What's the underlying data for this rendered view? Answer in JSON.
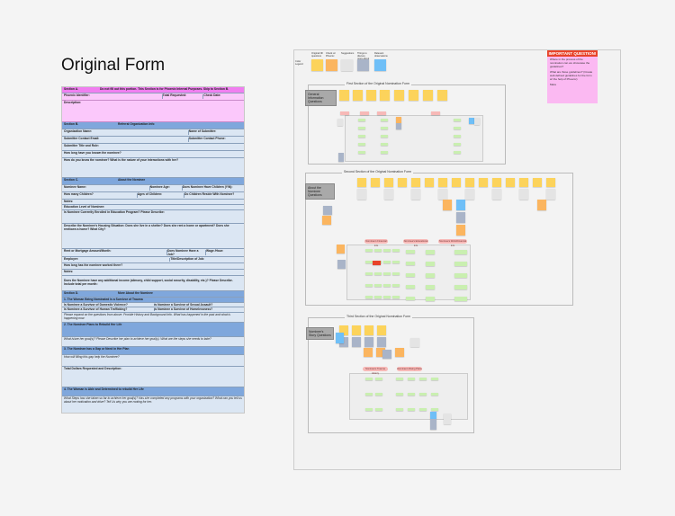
{
  "heading": "Original Form",
  "form": {
    "secA": [
      "Section A.",
      "Do not fill out this portion. This Section is for Phoenix Internal Purposes. Skip to Section B."
    ],
    "rowA1": [
      "Phoenix Identifier:",
      "Total Requested:",
      "Check Date:"
    ],
    "desc": "Description:",
    "secB": [
      "Section B.",
      "Referral Organization Info"
    ],
    "orgName": [
      "Organization Name:",
      "Name of Submitter:"
    ],
    "email": [
      "Submitter Contact Email:",
      "Submitter Contact Phone:"
    ],
    "titleRole": "Submitter Title and Role:",
    "howLong": "How long have you known the nominee?",
    "howKnow": "How do you know the nominee? What is the nature of your interactions with her?",
    "secC": [
      "Section C.",
      "About the Nominee"
    ],
    "nominee": [
      "Nominee Name:",
      "Nominee Age:",
      "Does Nominee Have Children (Y/N):"
    ],
    "children": [
      "How many Children?",
      "Ages of Children:",
      "Do Children Reside With Nominee?"
    ],
    "notes1": "Notes:",
    "education": "Education Level of Nominee:",
    "enrolled": "Is Nominee Currently Enrolled in Education Program? Please Describe:",
    "housing": "Describe the Nominee's Housing Situation: Does she live in a shelter? Does she rent a home or apartment? Does she rent/own a home? What City?",
    "rent": [
      "Rent or Mortgage Amount/Month:",
      "Does Nominee Have a Job?",
      "Wage /Hour:"
    ],
    "employer": [
      "Employer:",
      "Title/Description of Job:"
    ],
    "worked": "How long has the nominee worked there?",
    "notes2": "Notes:",
    "income": "Does the Nominee have any additional income (alimony, child support, social security, disability, etc.)? Please Describe. Include total per month:",
    "secD": [
      "Section D.",
      "More About the Nominee"
    ],
    "d1": "1. The Woman Being Nominated is a Survivor of Trauma",
    "dv": [
      "Is Nominee a Survivor of Domestic Violence?",
      "Is Nominee a Survivor of Sexual Assault?"
    ],
    "ht": [
      "Is Nominee a Survivor of Human Trafficking?",
      "Is Nominee a Survivor of Homelessness?"
    ],
    "expand": "Please expand on the questions from above. Provide History and Background Info. What has happened in the past and what is happening now:",
    "d2": "2. The Nominee Plans to Rebuild Her Life",
    "goals": "What is/are her goal(s)? Please Describe her plan to achieve her goal(s). What are the steps she needs to take?",
    "d3": "3. The Nominee has a Gap or Need in Her Plan",
    "gap": "How will filling this gap help the Nominee?",
    "dollars": "Total Dollars Requested and Description:",
    "d4": "4. The Woman is Able and Determined to rebuild Her Life",
    "steps": "What Steps has she taken so far to achieve her goal(s)? Has she completed any programs with your organization? What can you tell us about her motivation and drive? Tell Us why you are rooting for her."
  },
  "board": {
    "legendTitle": "Color Legend",
    "legend": [
      "Original NF questions",
      "Check w/ Phoenix",
      "Suggestions",
      "Things to discuss more about",
      "Relevant observations"
    ],
    "legendColors": [
      "#fcd35b",
      "#fbb55f",
      "#e4e4e4",
      "#a9b4c8",
      "#6fbff7"
    ],
    "s1": {
      "title": "First Section of the Original Nomination Form",
      "label": "General Information Questions"
    },
    "s2": {
      "title": "Second Section of the Original Nomination Form",
      "label": "About the Nominee Questions",
      "pills": [
        "Nominee's Financial Info",
        "Nominee's Educational Info",
        "Nominee's Work/Financial Info"
      ]
    },
    "s3": {
      "title": "Third Section of the Original Nomination Form",
      "label": "Nominee's Story Questions",
      "pills": [
        "Nominee's Trauma History",
        "Nominee's Rising Plans"
      ]
    },
    "important": {
      "title": "IMPORTANT QUESTION!",
      "q1": "Where in the process of the nomination can we showcase the guidelines?",
      "q2": "What are those guidelines? (Create well-defined guidelines for the form w/ the help of Phoenix)",
      "author": "Mara"
    }
  }
}
